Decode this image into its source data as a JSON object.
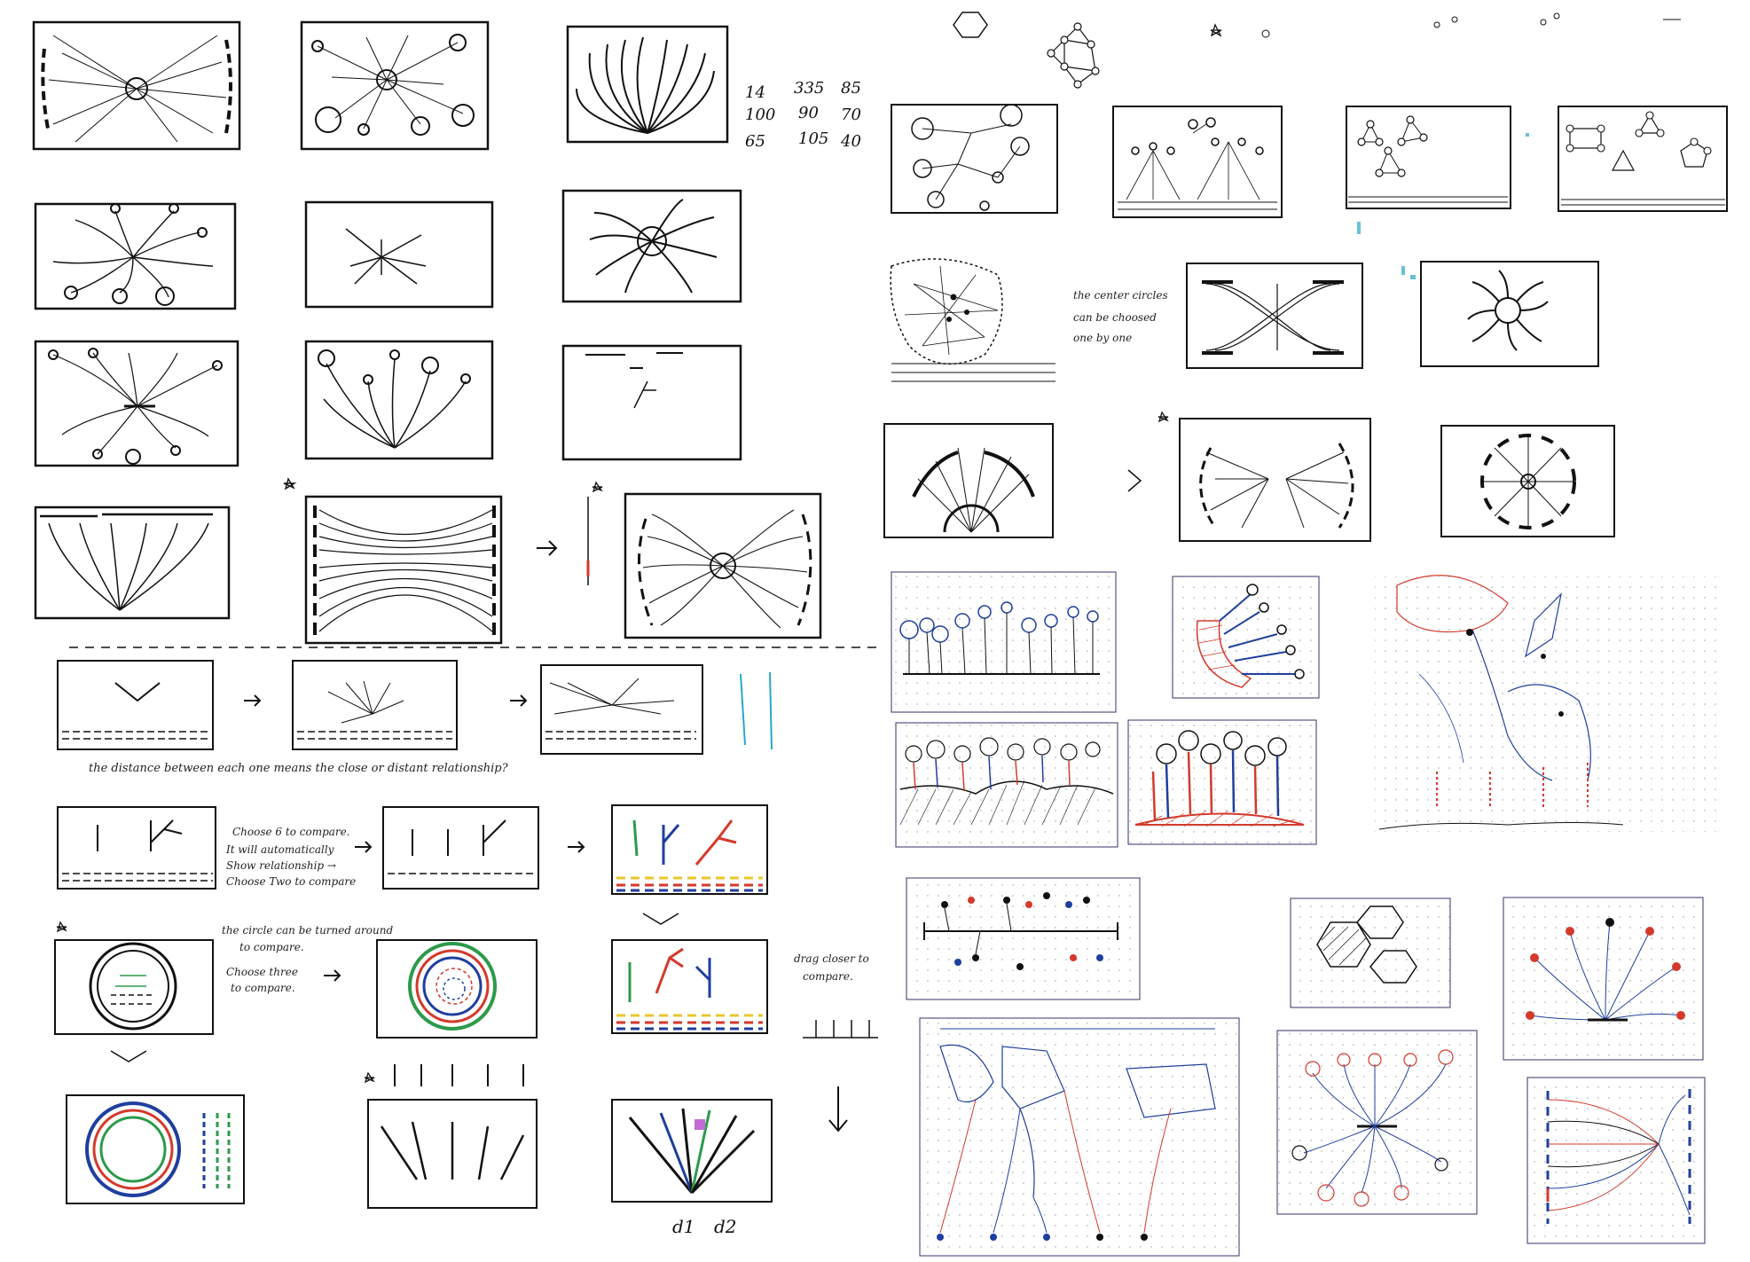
{
  "colors": {
    "ink": "#111111",
    "paper": "#ffffff",
    "red": "#d33a2c",
    "blue": "#1f3f9e",
    "green": "#2c9a4a",
    "yellow": "#e9c72b",
    "cyan": "#29a7c9",
    "grid": "#c7c7d9"
  },
  "notes": {
    "numbers_row1": [
      "14",
      "335",
      "85"
    ],
    "numbers_row2": [
      "100",
      "90",
      "70"
    ],
    "numbers_row3": [
      "65",
      "105",
      "40"
    ],
    "distance_note": "the distance between each one means the close or distant relationship?",
    "choose_note": [
      "Choose 6 to compare.",
      "It will automatically",
      "Show relationship →",
      "Choose Two to compare"
    ],
    "circle_note": [
      "the circle can be turned around",
      "to compare.",
      "Choose three",
      "to compare."
    ],
    "drag_note": [
      "drag closer to",
      "compare."
    ],
    "center_note": [
      "the center circles",
      "can be choosed",
      "one by one"
    ],
    "axis_labels": [
      "d1",
      "d2"
    ]
  }
}
